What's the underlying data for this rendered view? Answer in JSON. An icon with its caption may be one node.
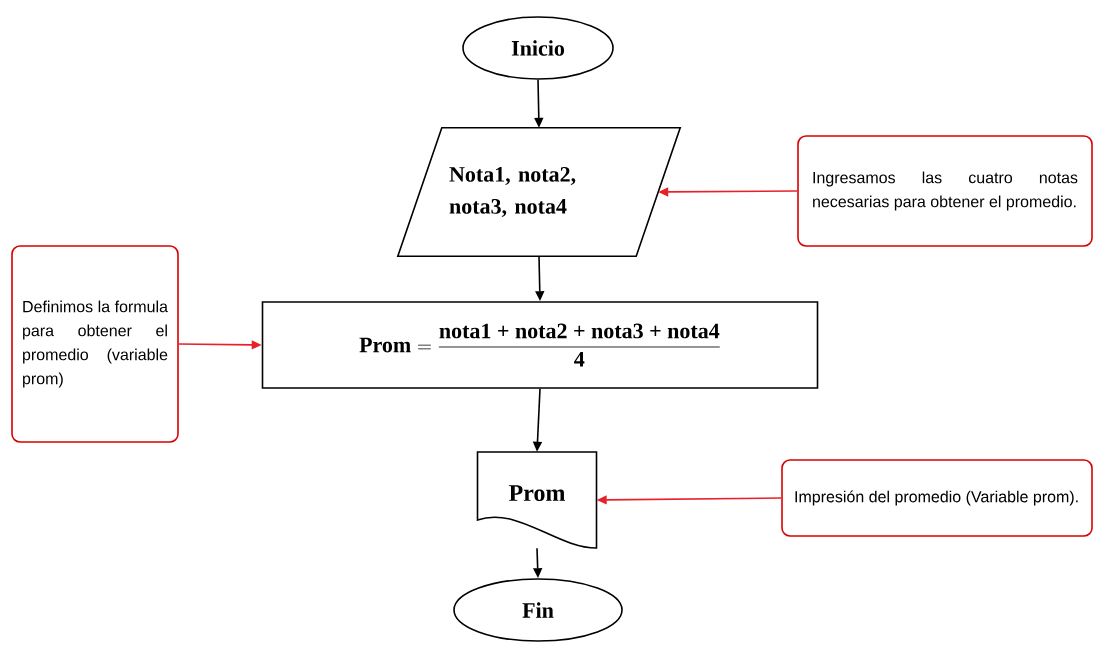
{
  "diagram": {
    "nodes": [
      {
        "text": [
          "Inicio"
        ]
      },
      {
        "text": [
          "Nota1, nota2, nota3, nota4"
        ]
      },
      {
        "text": [
          "Ingresamos las cuatro notas necesarias para obtener el promedio."
        ]
      },
      {
        "text": [
          "Definimos la formula para obtener el promedio (variable prom)"
        ]
      },
      {
        "text": [
          "\\textbf{Prom} = \\frac{\\textbf{nota1 + nota2 + nota3 + nota4}}{\\textbf{4}}"
        ]
      },
      {
        "text": [
          "Prom"
        ]
      },
      {
        "text": [
          "Impresión del promedio (Variable prom)."
        ]
      },
      {
        "text": [
          "Fin"
        ]
      }
    ],
    "edges": [
      {
        "from": 0,
        "to": 1,
        "arrow": "to"
      },
      {
        "from": 2,
        "to": 1,
        "arrow": "to",
        "color": "#e8202a"
      },
      {
        "from": 1,
        "to": 4,
        "arrow": "to"
      },
      {
        "from": 3,
        "to": 4,
        "arrow": "to",
        "color": "#e8202a"
      },
      {
        "from": 4,
        "to": 5,
        "arrow": "to"
      },
      {
        "from": 6,
        "to": 5,
        "arrow": "to",
        "color": "#e8202a"
      },
      {
        "from": 5,
        "to": 7,
        "arrow": "to"
      }
    ]
  }
}
